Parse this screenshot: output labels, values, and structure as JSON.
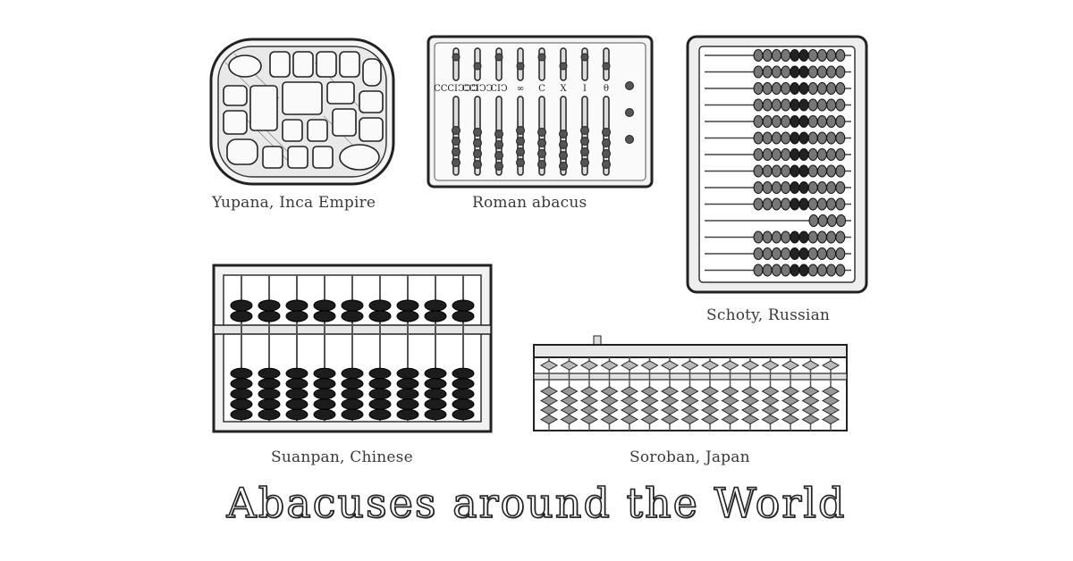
{
  "title": "Abacuses around the World",
  "captions": {
    "yupana": "Yupana, Inca Empire",
    "roman": "Roman abacus",
    "schoty": "Schoty, Russian",
    "suanpan": "Suanpan, Chinese",
    "soroban": "Soroban, Japan"
  },
  "roman_column_marks": [
    "ⅭⅭⅭⅠↃↃↃ",
    "ⅭⅭⅠↃↃ",
    "ⅭⅠↃ",
    "∞",
    "C",
    "X",
    "I",
    "θ"
  ],
  "colors": {
    "ink": "#222222",
    "background": "#ffffff"
  }
}
